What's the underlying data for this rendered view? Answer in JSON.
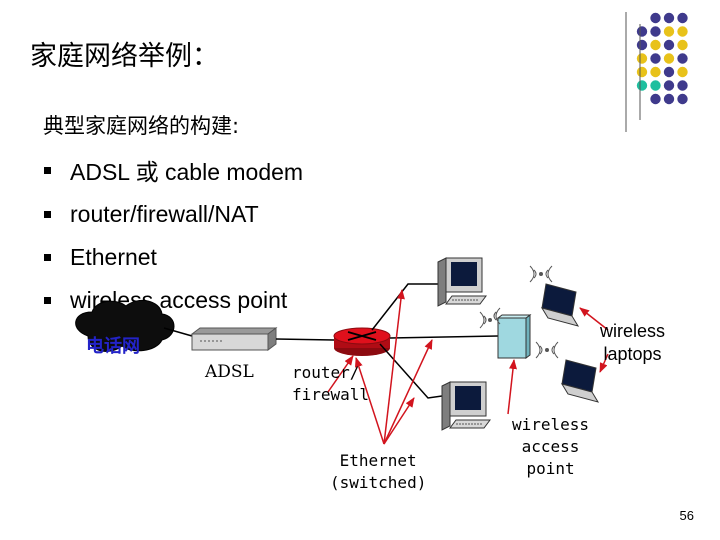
{
  "slide": {
    "title": "家庭网络举例：",
    "subtitle": "典型家庭网络的构建:",
    "bullets": [
      {
        "text": "ADSL 或 cable modem"
      },
      {
        "text": "router/firewall/NAT"
      },
      {
        "text": "Ethernet"
      },
      {
        "text": "wireless access point"
      }
    ],
    "page_number": "56"
  },
  "diagram": {
    "phone_network_label": "电话网",
    "adsl_label": "ADSL",
    "router_label_line1": "router/",
    "router_label_line2": "firewall",
    "ethernet_label_line1": "Ethernet",
    "ethernet_label_line2": "(switched)",
    "ap_label_line1": "wireless",
    "ap_label_line2": "access",
    "ap_label_line3": "point",
    "laptops_label_line1": "wireless",
    "laptops_label_line2": "laptops"
  },
  "colors": {
    "accent_purple": "#3f3a8c",
    "accent_yellow": "#e8c21a",
    "accent_teal": "#1fbf9f",
    "router_red": "#e0101c",
    "cable_red": "#d2141e",
    "phone_label_blue": "#2323c8"
  }
}
